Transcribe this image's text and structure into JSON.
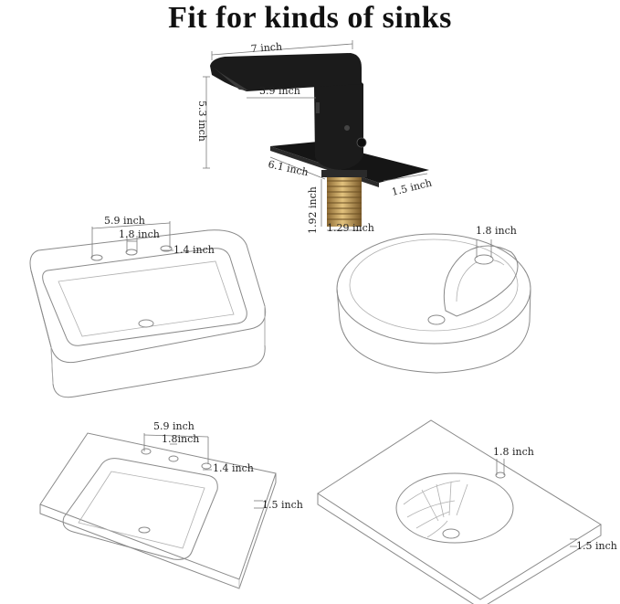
{
  "title": "Fit for kinds of sinks",
  "faucet": {
    "spout_length": "7 inch",
    "spout_reach": "3.9 inch",
    "height": "5.3 inch",
    "deck_plate": "6.1 inch",
    "plate_depth": "1.5 inch",
    "shank_length": "1.92 inch",
    "shank_diameter": "1.29 inch"
  },
  "sink_rect_vessel": {
    "spread": "5.9 inch",
    "hole_spacing": "1.8 inch",
    "hole_diameter": "1.4 inch"
  },
  "sink_round_vessel": {
    "hole_diameter": "1.8 inch"
  },
  "countertop_square": {
    "spread": "5.9 inch",
    "hole_spacing": "1.8inch",
    "hole_diameter": "1.4 inch",
    "thickness": "1.5 inch"
  },
  "countertop_oval": {
    "hole_diameter": "1.8 inch",
    "thickness": "1.5 inch"
  },
  "colors": {
    "faucet_body": "#1b1b1b",
    "shank": "#c9a15d",
    "outline": "#8a8a8a"
  }
}
